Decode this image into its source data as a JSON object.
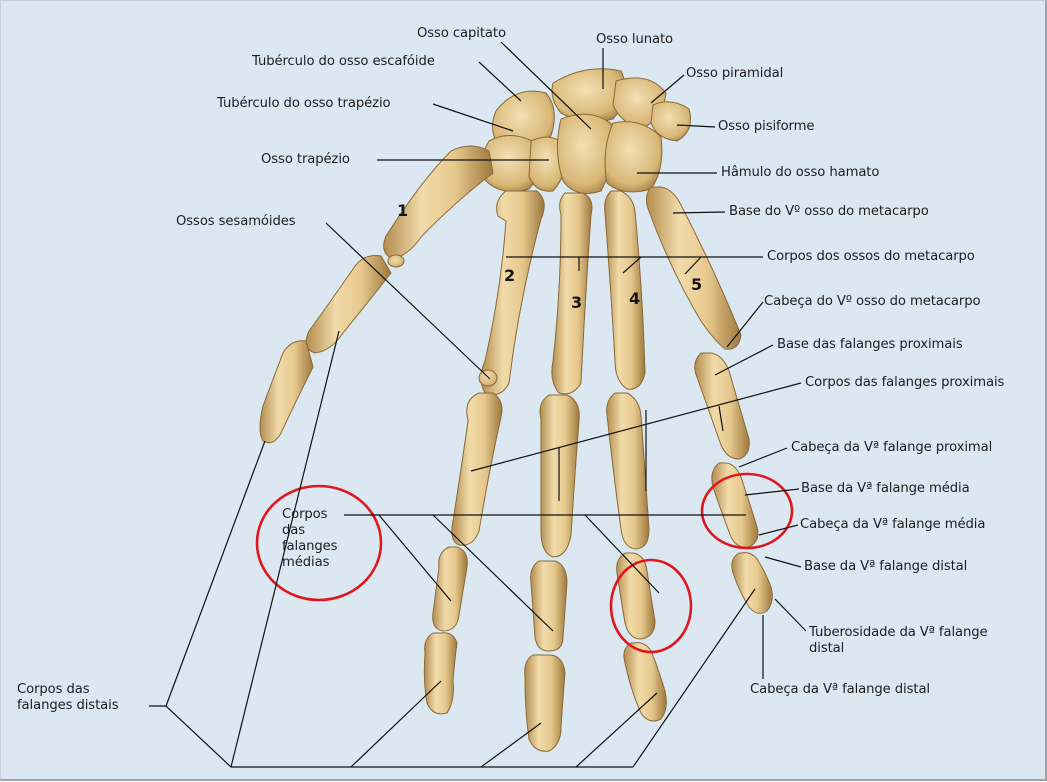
{
  "diagram": {
    "labels": {
      "osso_capitato": "Osso capitato",
      "osso_lunato": "Osso lunato",
      "tuberculo_escafoide": "Tubérculo do osso escafóide",
      "osso_piramidal": "Osso piramidal",
      "tuberculo_trapezio": "Tubérculo do osso trapézio",
      "osso_pisiforme": "Osso pisiforme",
      "osso_trapezio": "Osso trapézio",
      "hamulo_hamato": "Hâmulo do osso hamato",
      "ossos_sesamoides": "Ossos sesamóides",
      "base_v_metacarpo": "Base do Vº osso do metacarpo",
      "corpos_metacarpo": "Corpos dos ossos do metacarpo",
      "cabeca_v_metacarpo": "Cabeça do Vº osso do metacarpo",
      "base_falanges_proximais": "Base das falanges proximais",
      "corpos_falanges_proximais": "Corpos das falanges proximais",
      "cabeca_v_falange_proximal": "Cabeça da Vª falange proximal",
      "base_v_falange_media": "Base da Vª falange média",
      "corpos_falanges_medias": "Corpos das falanges médias",
      "cabeca_v_falange_media": "Cabeça da Vª falange média",
      "base_v_falange_distal": "Base da Vª falange distal",
      "tuberosidade_v_falange_distal": "Tuberosidade da Vª falange distal",
      "cabeca_v_falange_distal": "Cabeça da Vª falange distal",
      "corpos_falanges_distais": "Corpos das falanges distais"
    },
    "finger_numbers": [
      "1",
      "2",
      "3",
      "4",
      "5"
    ],
    "colors": {
      "background": "#dbe8f2",
      "bone": "#e3c58a",
      "bone_shadow": "#a8844a",
      "highlight_circle": "#e0161e",
      "leader_line": "#111111"
    }
  }
}
